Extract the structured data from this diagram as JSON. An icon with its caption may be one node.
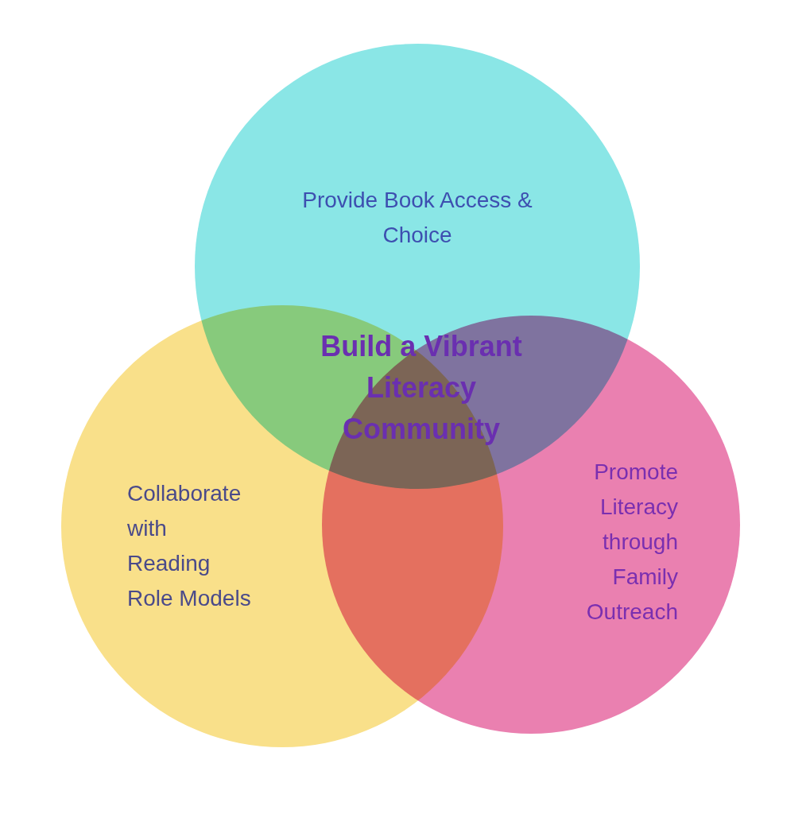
{
  "diagram": {
    "nodes": [
      {
        "text": [
          "Provide Book Access & Choice"
        ]
      },
      {
        "text": [
          "Collaborate with Reading Role Models"
        ]
      },
      {
        "text": [
          "Promote Literacy through Family Outreach"
        ]
      }
    ],
    "edges": [],
    "labels": [
      "Build a Vibrant Literacy Community"
    ]
  }
}
